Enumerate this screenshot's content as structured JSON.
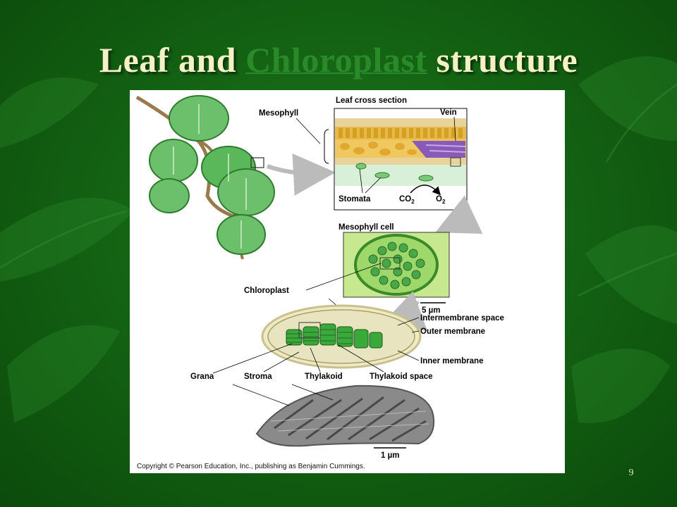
{
  "slide": {
    "title_pre": "Leaf and ",
    "title_highlight": "Chloroplast",
    "title_post": " structure",
    "page_number": "9"
  },
  "figure": {
    "labels": {
      "leaf_cross_section": "Leaf cross section",
      "mesophyll": "Mesophyll",
      "vein": "Vein",
      "stomata": "Stomata",
      "co2": "CO",
      "co2_sub": "2",
      "o2": "O",
      "o2_sub": "2",
      "mesophyll_cell": "Mesophyll cell",
      "chloroplast": "Chloroplast",
      "scale_5um": "5 µm",
      "intermembrane_space": "Intermembrane space",
      "outer_membrane": "Outer membrane",
      "inner_membrane": "Inner membrane",
      "grana": "Grana",
      "stroma": "Stroma",
      "thylakoid": "Thylakoid",
      "thylakoid_space": "Thylakoid space",
      "scale_1um": "1 µm"
    },
    "copyright": "Copyright © Pearson Education, Inc., publishing as Benjamin Cummings."
  }
}
